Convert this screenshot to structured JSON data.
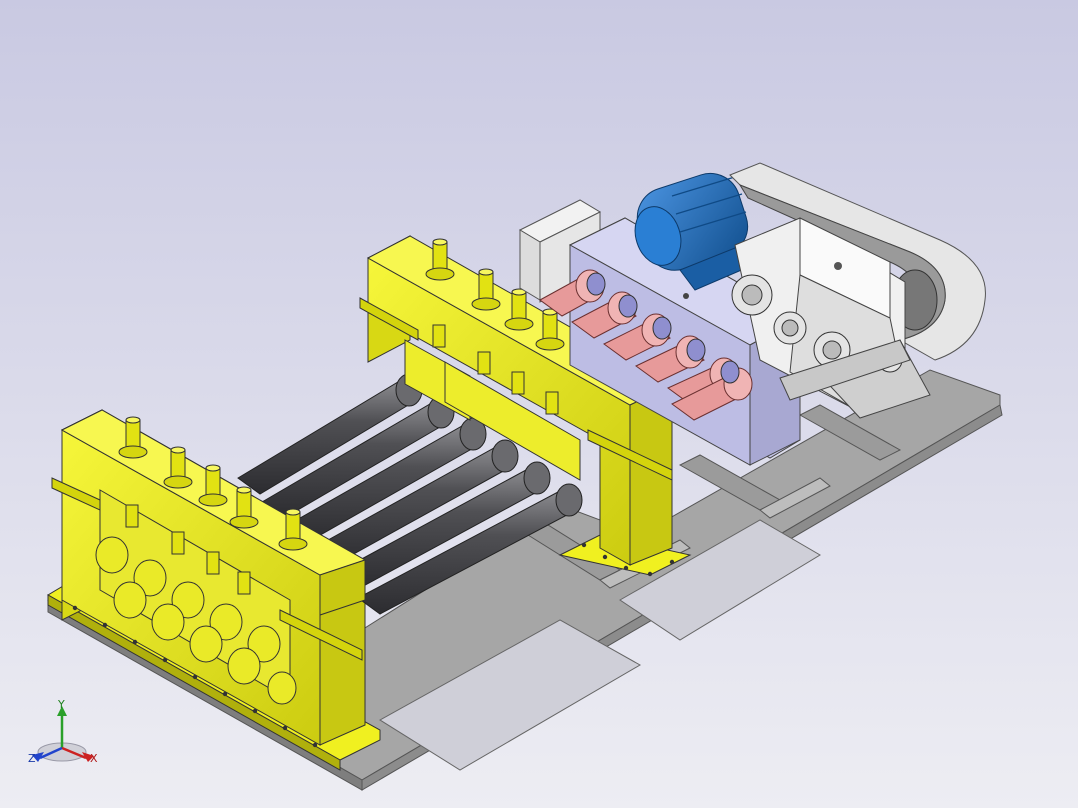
{
  "triad": {
    "x_label": "X",
    "y_label": "Y",
    "z_label": "Z"
  },
  "colors": {
    "background_top": "#c9c9e2",
    "background_bottom": "#ededf3",
    "frame": "#a9a9a9",
    "stand_yellow": "#e4e418",
    "roller": "#4b4b4e",
    "coupling": "#e79a9a",
    "gearbox": "#c2c2e6",
    "motor": "#1f6fc4",
    "reducer": "#f2f2f2"
  }
}
